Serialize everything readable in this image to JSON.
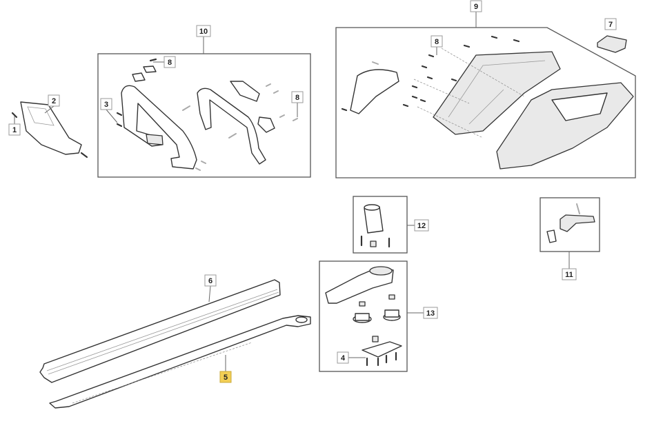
{
  "diagram": {
    "title_hidden": null,
    "callouts": [
      {
        "id": "1",
        "label": "1"
      },
      {
        "id": "2",
        "label": "2"
      },
      {
        "id": "3",
        "label": "3"
      },
      {
        "id": "8a",
        "label": "8"
      },
      {
        "id": "10",
        "label": "10"
      },
      {
        "id": "8b",
        "label": "8"
      },
      {
        "id": "9",
        "label": "9"
      },
      {
        "id": "8c",
        "label": "8"
      },
      {
        "id": "7",
        "label": "7"
      },
      {
        "id": "12",
        "label": "12"
      },
      {
        "id": "11",
        "label": "11"
      },
      {
        "id": "6",
        "label": "6"
      },
      {
        "id": "5",
        "label": "5",
        "highlighted": true
      },
      {
        "id": "13",
        "label": "13"
      },
      {
        "id": "4",
        "label": "4"
      }
    ],
    "highlight_color": "#f3cf55"
  }
}
